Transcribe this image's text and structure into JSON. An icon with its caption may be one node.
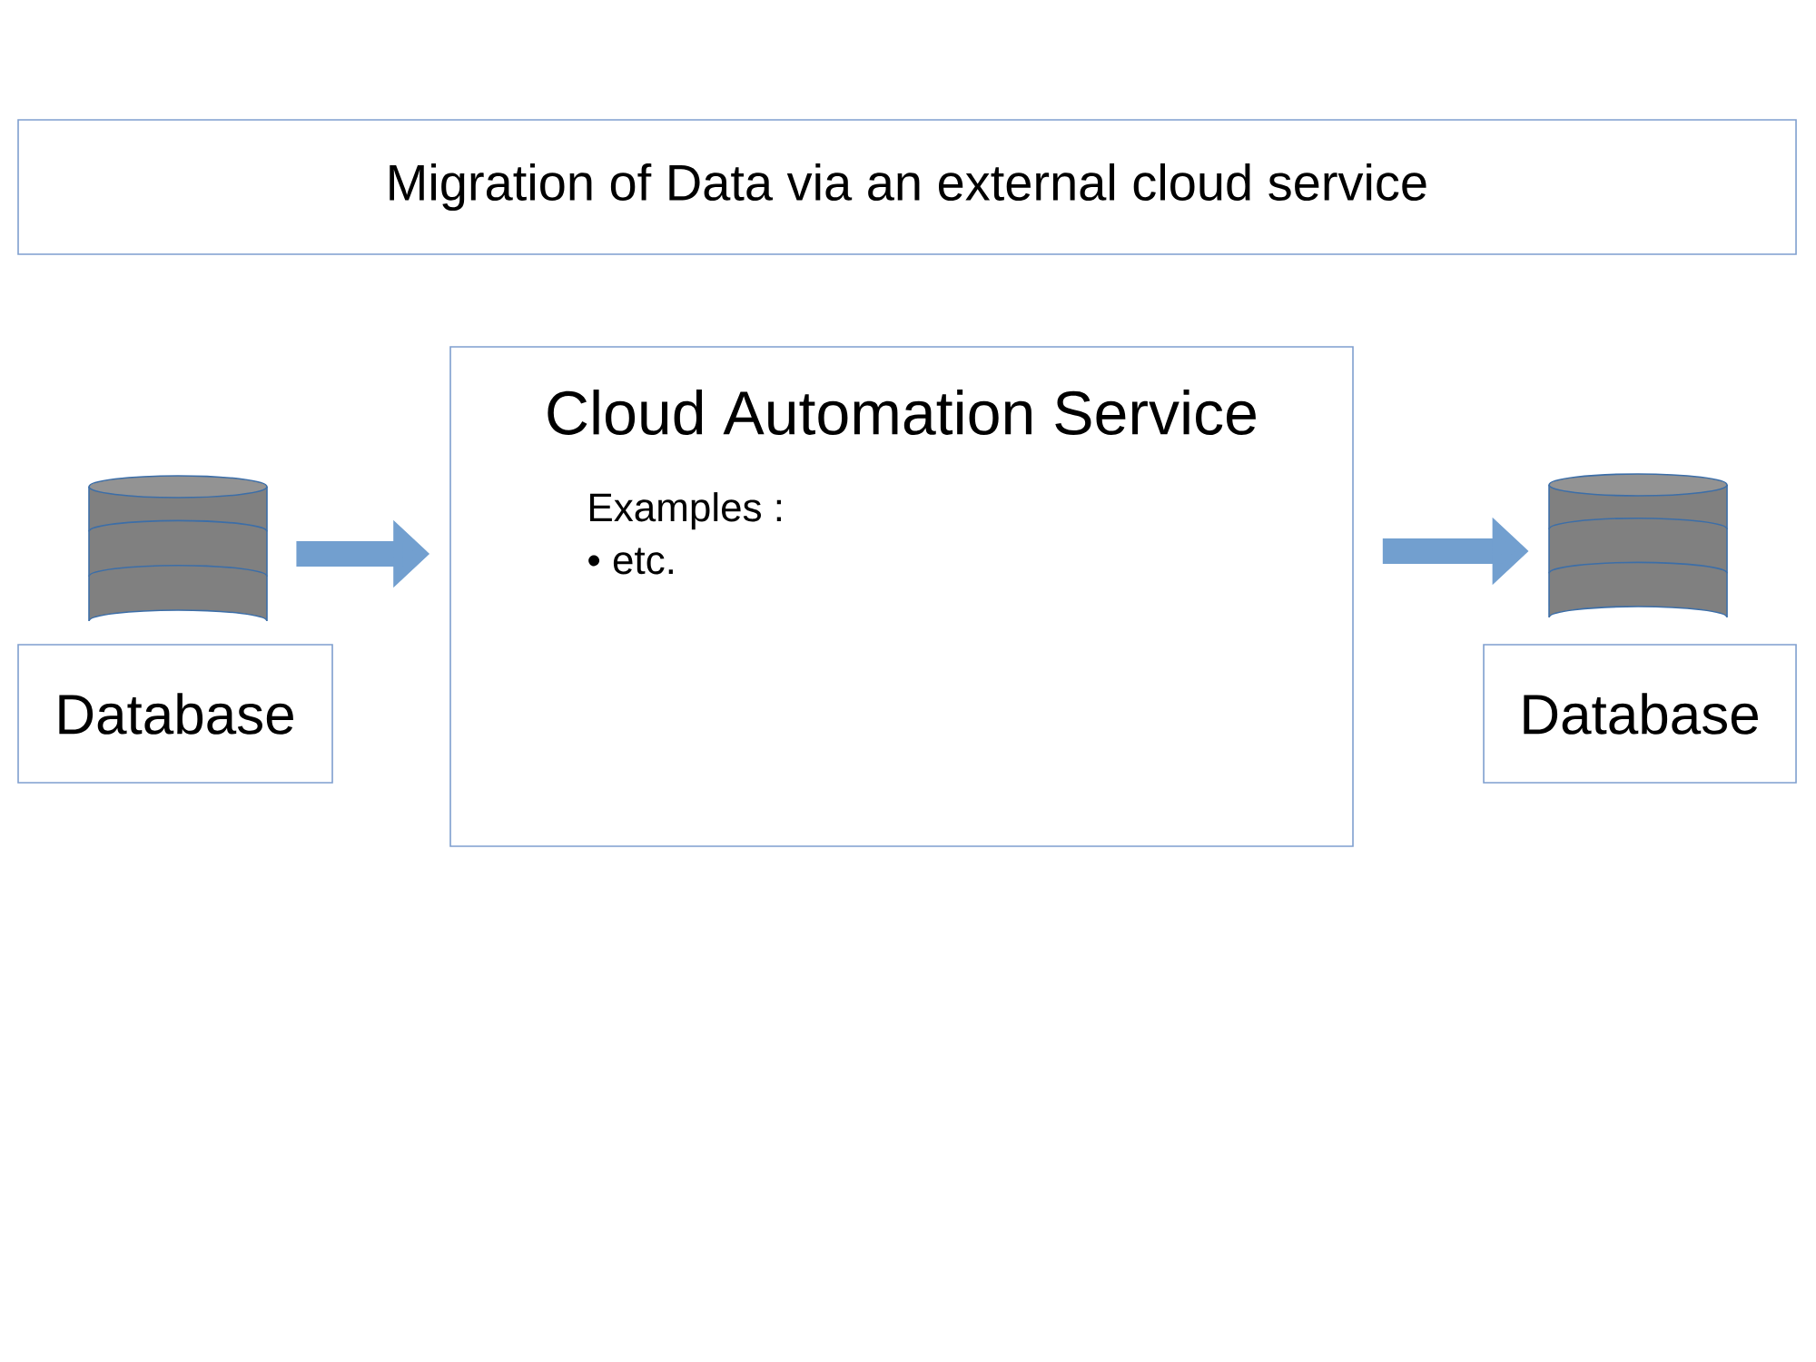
{
  "diagram": {
    "nodes": [
      {
        "text": [
          "Migration of Data via an external cloud service"
        ]
      },
      {
        "text": [],
        "shape": "cylinder"
      },
      {
        "text": [
          "Database"
        ]
      },
      {
        "text": [
          "Cloud Automation Service",
          "Examples :",
          "• etc."
        ]
      },
      {
        "text": [],
        "shape": "cylinder"
      },
      {
        "text": [
          "Database"
        ]
      }
    ],
    "edges": [
      {
        "from": 1,
        "to": 3,
        "arrow": "to"
      },
      {
        "from": 3,
        "to": 4,
        "arrow": "to"
      }
    ]
  }
}
